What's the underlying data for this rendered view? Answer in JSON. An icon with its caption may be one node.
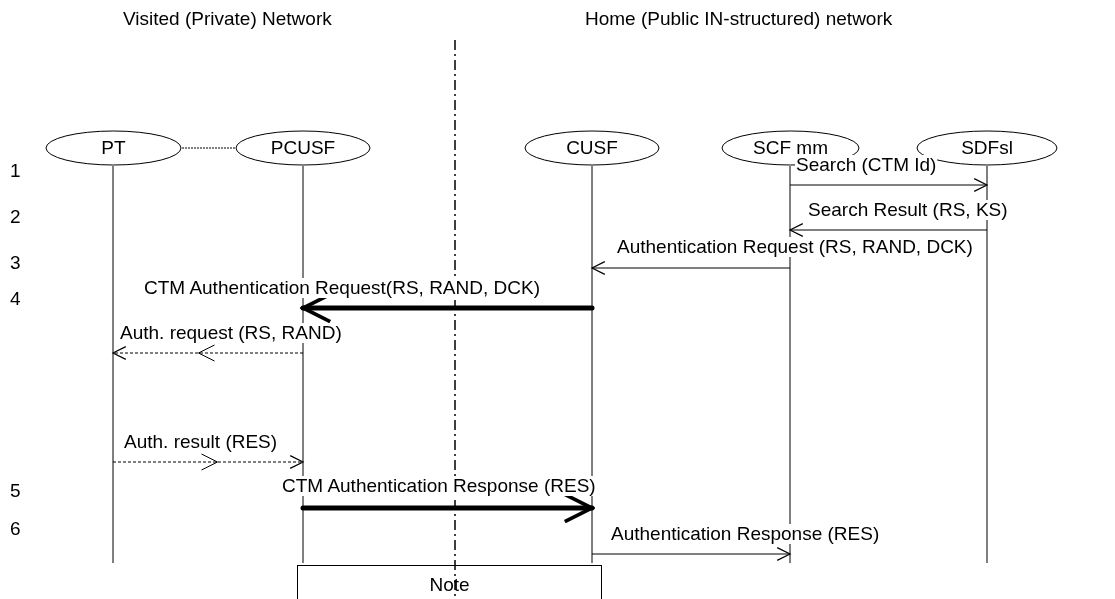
{
  "diagram": {
    "nodes": [
      {
        "text": [
          "PT"
        ]
      },
      {
        "text": [
          "PCUSF"
        ]
      },
      {
        "text": [
          "CUSF"
        ]
      },
      {
        "text": [
          "SCF mm"
        ]
      },
      {
        "text": [
          "SDFsl"
        ]
      },
      {
        "text": [
          "Note"
        ]
      }
    ],
    "edges": [
      {
        "from": 0,
        "to": 1,
        "arrow": "none",
        "style": "dashed"
      },
      {
        "from": 3,
        "to": 4,
        "arrow": "to",
        "label": "Search (CTM Id)"
      },
      {
        "from": 4,
        "to": 3,
        "arrow": "to",
        "label": "Search Result (RS, KS)"
      },
      {
        "from": 3,
        "to": 2,
        "arrow": "to",
        "label": "Authentication Request (RS, RAND, DCK)"
      },
      {
        "from": 2,
        "to": 1,
        "arrow": "to",
        "label": "CTM Authentication Request(RS, RAND, DCK)",
        "style": "thick"
      },
      {
        "from": 1,
        "to": 0,
        "arrow": "to",
        "label": "Auth. request (RS, RAND)",
        "style": "dashed"
      },
      {
        "from": 0,
        "to": 1,
        "arrow": "to",
        "label": "Auth. result (RES)",
        "style": "dashed"
      },
      {
        "from": 1,
        "to": 2,
        "arrow": "to",
        "label": "CTM Authentication Response (RES)",
        "style": "thick"
      },
      {
        "from": 2,
        "to": 3,
        "arrow": "to",
        "label": "Authentication Response (RES)"
      }
    ],
    "labels": [
      "Visited (Private) Network",
      "Home (Public IN-structured) network",
      "1",
      "2",
      "3",
      "4",
      "5",
      "6"
    ]
  }
}
